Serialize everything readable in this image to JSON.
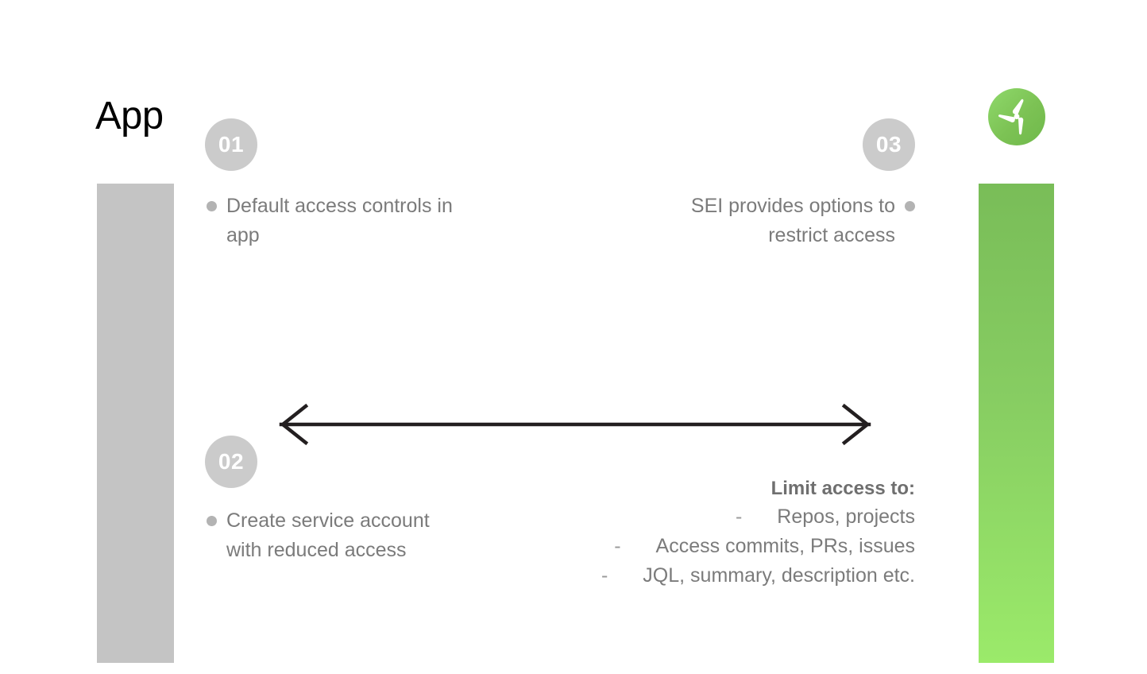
{
  "slide": {
    "title": "App",
    "logo": {
      "name": "harness-sei-propeller-logo",
      "color": "#7fc756"
    },
    "bars": {
      "left_color": "#c4c4c4",
      "right_gradient_top": "#79bd58",
      "right_gradient_bottom": "#9bea6a"
    },
    "arrow": {
      "name": "double-headed-arrow",
      "color": "#231f20"
    }
  },
  "steps": [
    {
      "number": "01",
      "align": "left",
      "lines": [
        "Default access",
        "controls in app"
      ],
      "text": "Default access controls in app"
    },
    {
      "number": "02",
      "align": "left",
      "lines": [
        "Create service",
        "account with",
        "reduced access"
      ],
      "text": "Create service account with reduced access"
    },
    {
      "number": "03",
      "align": "right",
      "lines": [
        "SEI provides",
        "options to",
        "restrict access"
      ],
      "text": "SEI provides options to restrict access"
    }
  ],
  "limit_access": {
    "title": "Limit access to:",
    "dash": "-",
    "items": [
      "Repos, projects",
      "Access commits, PRs, issues",
      "JQL, summary, description etc."
    ]
  }
}
